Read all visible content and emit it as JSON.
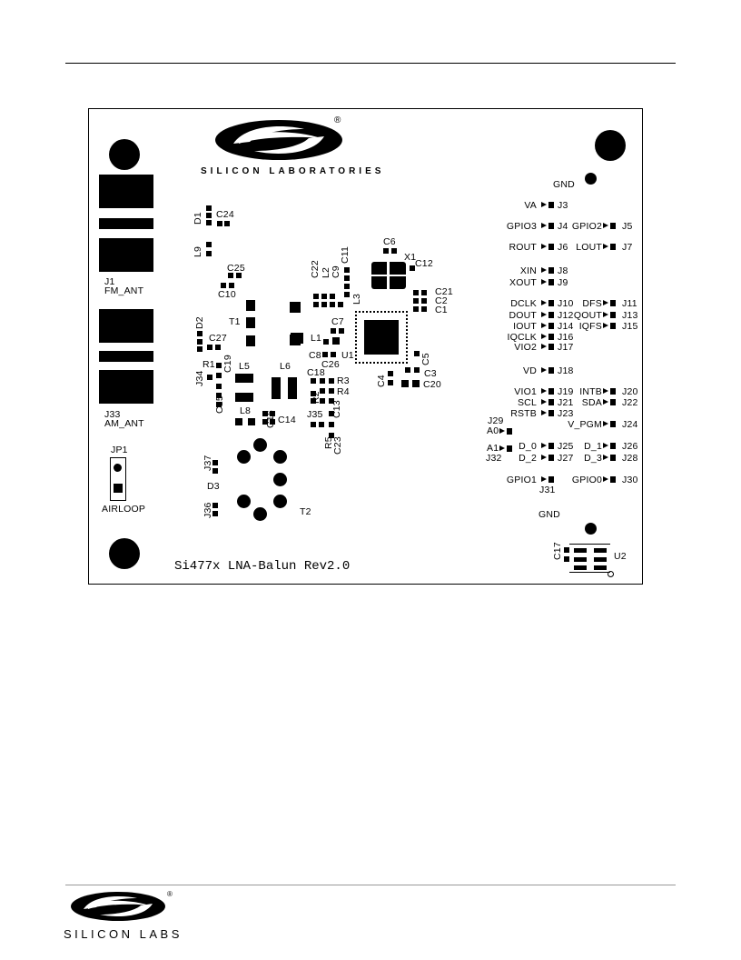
{
  "board": {
    "title": "Si477x LNA-Balun Rev2.0",
    "logo_text": "SILICON LABORATORIES",
    "antennas": {
      "fm_ref": "J1",
      "fm_label": "FM_ANT",
      "am_ref": "J33",
      "am_label": "AM_ANT"
    },
    "jumper": {
      "ref": "JP1",
      "label": "AIRLOOP"
    },
    "gnd_top": "GND",
    "gnd_bottom": "GND",
    "components": [
      "D1",
      "C24",
      "L9",
      "C25",
      "C10",
      "D2",
      "C27",
      "R1",
      "C19",
      "J34",
      "C15",
      "L5",
      "L8",
      "C16",
      "C14",
      "L6",
      "T1",
      "C22",
      "L2",
      "C9",
      "C11",
      "L3",
      "C6",
      "X1",
      "C12",
      "C21",
      "C2",
      "C1",
      "C7",
      "L1",
      "C8",
      "C26",
      "U1",
      "C5",
      "C18",
      "R3",
      "R2",
      "R4",
      "C13",
      "J35",
      "R5",
      "C23",
      "C4",
      "C3",
      "C20",
      "J37",
      "D3",
      "J36",
      "T2",
      "C17",
      "U2"
    ],
    "left_signals": [
      {
        "label": "VA",
        "ref": "J3"
      },
      {
        "label": "GPIO3",
        "ref": "J4"
      },
      {
        "label": "ROUT",
        "ref": "J6"
      },
      {
        "label": "XIN",
        "ref": "J8"
      },
      {
        "label": "XOUT",
        "ref": "J9"
      },
      {
        "label": "DCLK",
        "ref": "J10"
      },
      {
        "label": "DOUT",
        "ref": "J12"
      },
      {
        "label": "IOUT",
        "ref": "J14"
      },
      {
        "label": "IQCLK",
        "ref": "J16"
      },
      {
        "label": "VIO2",
        "ref": "J17"
      },
      {
        "label": "VD",
        "ref": "J18"
      },
      {
        "label": "VIO1",
        "ref": "J19"
      },
      {
        "label": "SCL",
        "ref": "J21"
      },
      {
        "label": "RSTB",
        "ref": "J23"
      },
      {
        "label": "D_0",
        "ref": "J25"
      },
      {
        "label": "D_2",
        "ref": "J27"
      },
      {
        "label": "GPIO1",
        "ref": "J31"
      }
    ],
    "right_signals": [
      {
        "label": "GPIO2",
        "ref": "J5"
      },
      {
        "label": "LOUT",
        "ref": "J7"
      },
      {
        "label": "DFS",
        "ref": "J11"
      },
      {
        "label": "QOUT",
        "ref": "J13"
      },
      {
        "label": "IQFS",
        "ref": "J15"
      },
      {
        "label": "INTB",
        "ref": "J20"
      },
      {
        "label": "SDA",
        "ref": "J22"
      },
      {
        "label": "V_PGM",
        "ref": "J24"
      },
      {
        "label": "D_1",
        "ref": "J26"
      },
      {
        "label": "D_3",
        "ref": "J28"
      },
      {
        "label": "GPIO0",
        "ref": "J30"
      }
    ],
    "address_pins": {
      "j29": "J29",
      "a0": "A0",
      "a1": "A1",
      "j32": "J32"
    }
  },
  "footer": {
    "logo_text": "SILICON LABS"
  }
}
